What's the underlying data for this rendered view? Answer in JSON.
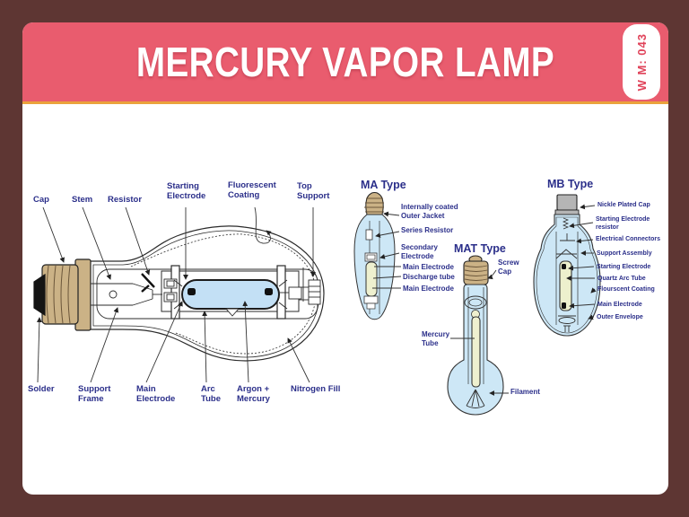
{
  "header": {
    "title": "MERCURY VAPOR LAMP",
    "badge": "W M: 043"
  },
  "colors": {
    "frame_brown": "#5e3633",
    "band_pink": "#e95c6e",
    "rule_orange": "#eaa23c",
    "badge_red": "#e0435a",
    "label_navy": "#2b2f8a",
    "glass_blue": "#cde7f6",
    "arc_tube_blue": "#c3e0f5",
    "tube_yellow": "#eef0cf",
    "cap_tan": "#cbb286",
    "cap_gray": "#b5b5b5"
  },
  "left_diagram": {
    "name": "Mercury vapor lamp cross-section",
    "labels": {
      "cap": "Cap",
      "stem": "Stem",
      "resistor": "Resistor",
      "starting_electrode": "Starting\nElectrode",
      "fluorescent_coating": "Fluorescent\nCoating",
      "top_support": "Top\nSupport",
      "solder": "Solder",
      "support_frame": "Support\nFrame",
      "main_electrode": "Main\nElectrode",
      "arc_tube": "Arc\nTube",
      "argon_mercury": "Argon +\nMercury",
      "nitrogen_fill": "Nitrogen Fill"
    }
  },
  "ma_type": {
    "heading": "MA Type",
    "labels": {
      "outer_jacket": "Internally coated\nOuter Jacket",
      "series_resistor": "Series Resistor",
      "secondary_electrode": "Secondary\nElectrode",
      "main_electrode_top": "Main Electrode",
      "discharge_tube": "Discharge tube",
      "main_electrode_bottom": "Main Electrode"
    }
  },
  "mat_type": {
    "heading": "MAT Type",
    "labels": {
      "screw_cap": "Screw\nCap",
      "mercury_tube": "Mercury\nTube",
      "filament": "Filament"
    }
  },
  "mb_type": {
    "heading": "MB Type",
    "labels": {
      "nickle_plated_cap": "Nickle Plated Cap",
      "starting_electrode_resistor": "Starting Electrode\nresistor",
      "electrical_connectors": "Electrical Connectors",
      "support_assembly": "Support Assembly",
      "starting_electrode": "Starting Electrode",
      "quartz_arc_tube": "Quartz Arc Tube",
      "flourscent_coating": "Flourscent Coating",
      "main_electrode": "Main Electrode",
      "outer_envelope": "Outer Envelope"
    }
  }
}
